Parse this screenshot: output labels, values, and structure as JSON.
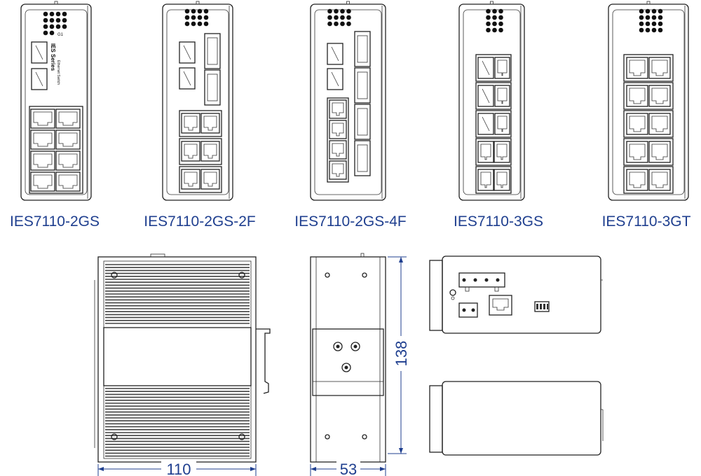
{
  "models": [
    {
      "name": "IES7110-2GS",
      "sfp": 2,
      "fiber": 0,
      "rj45_pairs": 4,
      "layout": "2gs"
    },
    {
      "name": "IES7110-2GS-2F",
      "sfp": 2,
      "fiber": 2,
      "rj45_pairs": 3,
      "layout": "2gs2f"
    },
    {
      "name": "IES7110-2GS-4F",
      "sfp": 2,
      "fiber": 4,
      "rj45_pairs": 4,
      "layout": "2gs4f"
    },
    {
      "name": "IES7110-3GS",
      "sfp": 3,
      "fiber": 0,
      "rj45_pairs": 5,
      "layout": "3gs"
    },
    {
      "name": "IES7110-3GT",
      "sfp": 0,
      "fiber": 0,
      "rj45_pairs": 5,
      "layout": "3gt"
    }
  ],
  "panel_text": {
    "series": "IES Series",
    "subtitle": "Ethernet Switch",
    "led_label": "G1"
  },
  "dimensions": {
    "width": "110",
    "depth": "53",
    "height": "138"
  },
  "colors": {
    "label": "#1f3f8f",
    "line": "#222222"
  }
}
